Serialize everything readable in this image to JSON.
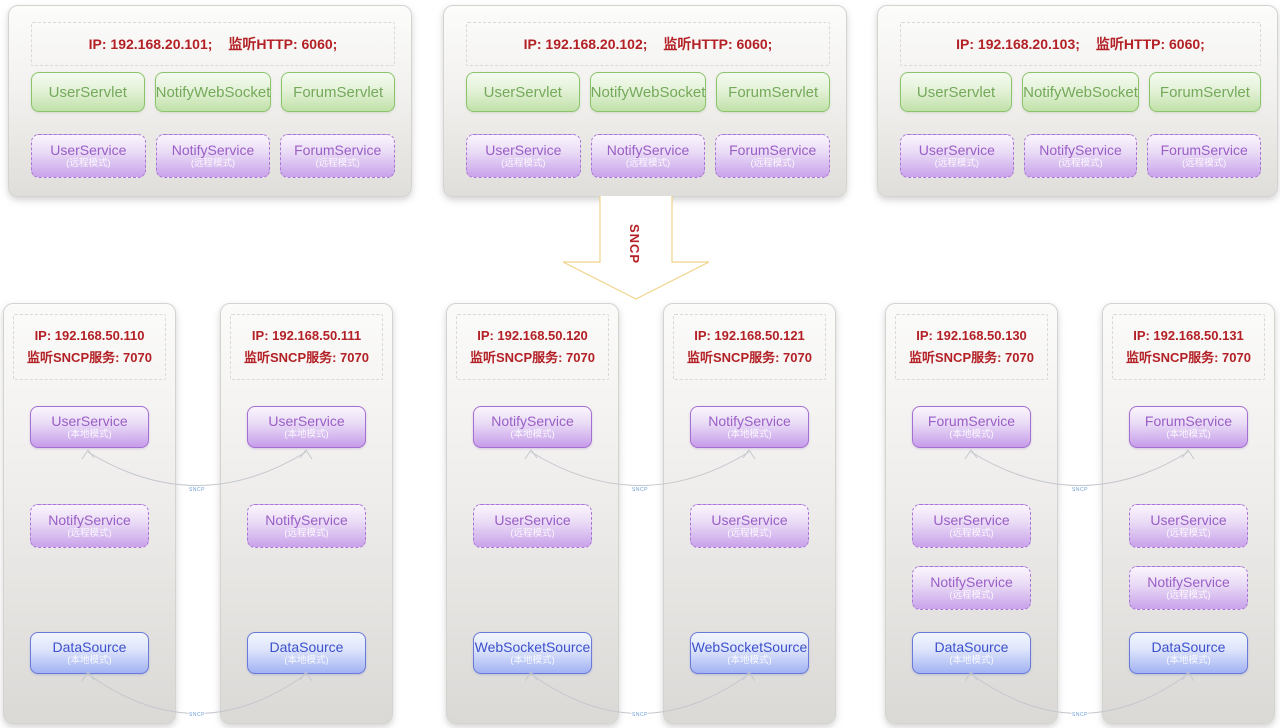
{
  "colors": {
    "ip_text": "#b32025",
    "servlet_green_border": "#8cc46e",
    "servlet_green_text": "#74a95a",
    "service_purple_border": "#a877d4",
    "service_purple_text": "#9a5ec6",
    "datasource_blue_border": "#6a7ad8",
    "datasource_blue_text": "#3c50cc",
    "flow_arrow_outline": "#f0d48a",
    "connector_line": "#c3c7cd",
    "connector_label_text": "#6b9bd2"
  },
  "flow_arrow": {
    "label": "SNCP"
  },
  "connector_label": "SNCP",
  "top_servers": [
    {
      "ip_left": "IP: 192.168.20.101;",
      "ip_right": "监听HTTP: 6060;",
      "servlets": [
        "UserServlet",
        "NotifyWebSocket",
        "ForumServlet"
      ],
      "services": [
        {
          "name": "UserService",
          "mode": "(远程模式)"
        },
        {
          "name": "NotifyService",
          "mode": "(远程模式)"
        },
        {
          "name": "ForumService",
          "mode": "(远程模式)"
        }
      ]
    },
    {
      "ip_left": "IP: 192.168.20.102;",
      "ip_right": "监听HTTP: 6060;",
      "servlets": [
        "UserServlet",
        "NotifyWebSocket",
        "ForumServlet"
      ],
      "services": [
        {
          "name": "UserService",
          "mode": "(远程模式)"
        },
        {
          "name": "NotifyService",
          "mode": "(远程模式)"
        },
        {
          "name": "ForumService",
          "mode": "(远程模式)"
        }
      ]
    },
    {
      "ip_left": "IP: 192.168.20.103;",
      "ip_right": "监听HTTP: 6060;",
      "servlets": [
        "UserServlet",
        "NotifyWebSocket",
        "ForumServlet"
      ],
      "services": [
        {
          "name": "UserService",
          "mode": "(远程模式)"
        },
        {
          "name": "NotifyService",
          "mode": "(远程模式)"
        },
        {
          "name": "ForumService",
          "mode": "(远程模式)"
        }
      ]
    }
  ],
  "bottom_nodes": [
    {
      "ip1": "IP: 192.168.50.110",
      "ip2": "监听SNCP服务: 7070",
      "services": [
        {
          "name": "UserService",
          "mode": "(本地模式)"
        },
        {
          "name": "NotifyService",
          "mode": "(远程模式)"
        },
        {
          "name": "DataSource",
          "mode": "(本地模式)"
        }
      ]
    },
    {
      "ip1": "IP: 192.168.50.111",
      "ip2": "监听SNCP服务: 7070",
      "services": [
        {
          "name": "UserService",
          "mode": "(本地模式)"
        },
        {
          "name": "NotifyService",
          "mode": "(远程模式)"
        },
        {
          "name": "DataSource",
          "mode": "(本地模式)"
        }
      ]
    },
    {
      "ip1": "IP: 192.168.50.120",
      "ip2": "监听SNCP服务: 7070",
      "services": [
        {
          "name": "NotifyService",
          "mode": "(本地模式)"
        },
        {
          "name": "UserService",
          "mode": "(远程模式)"
        },
        {
          "name": "WebSocketSource",
          "mode": "(本地模式)"
        }
      ]
    },
    {
      "ip1": "IP: 192.168.50.121",
      "ip2": "监听SNCP服务: 7070",
      "services": [
        {
          "name": "NotifyService",
          "mode": "(本地模式)"
        },
        {
          "name": "UserService",
          "mode": "(远程模式)"
        },
        {
          "name": "WebSocketSource",
          "mode": "(本地模式)"
        }
      ]
    },
    {
      "ip1": "IP: 192.168.50.130",
      "ip2": "监听SNCP服务: 7070",
      "services": [
        {
          "name": "ForumService",
          "mode": "(本地模式)"
        },
        {
          "name": "UserService",
          "mode": "(远程模式)"
        },
        {
          "name": "NotifyService",
          "mode": "(远程模式)"
        },
        {
          "name": "DataSource",
          "mode": "(本地模式)"
        }
      ]
    },
    {
      "ip1": "IP: 192.168.50.131",
      "ip2": "监听SNCP服务: 7070",
      "services": [
        {
          "name": "ForumService",
          "mode": "(本地模式)"
        },
        {
          "name": "UserService",
          "mode": "(远程模式)"
        },
        {
          "name": "NotifyService",
          "mode": "(远程模式)"
        },
        {
          "name": "DataSource",
          "mode": "(本地模式)"
        }
      ]
    }
  ]
}
